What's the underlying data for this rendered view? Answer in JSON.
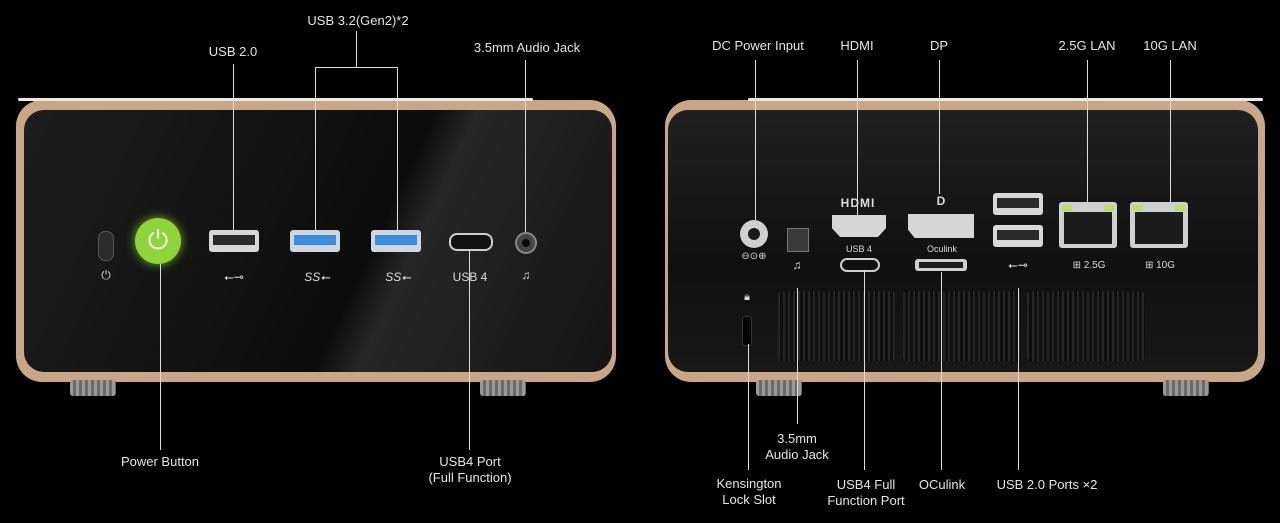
{
  "front": {
    "top_labels": {
      "usb2": "USB 2.0",
      "usb32": "USB 3.2(Gen2)*2",
      "audio": "3.5mm Audio Jack"
    },
    "bottom_labels": {
      "power": "Power Button",
      "usb4_line1": "USB4 Port",
      "usb4_line2": "(Full Function)"
    },
    "port_text": {
      "usb4": "USB 4",
      "ss1": "SS",
      "ss2": "SS"
    }
  },
  "back": {
    "top_labels": {
      "dc": "DC Power Input",
      "hdmi": "HDMI",
      "dp": "DP",
      "lan25": "2.5G LAN",
      "lan10": "10G LAN"
    },
    "bottom_labels": {
      "audio_line1": "3.5mm",
      "audio_line2": "Audio Jack",
      "kensington_line1": "Kensington",
      "kensington_line2": "Lock Slot",
      "usb4_line1": "USB4 Full",
      "usb4_line2": "Function Port",
      "oculink": "OCulink",
      "usb2": "USB 2.0 Ports ×2"
    },
    "port_text": {
      "hdmi_logo": "HDMI",
      "usb4": "USB 4",
      "oculink": "Oculink",
      "lan25": "2.5G",
      "lan10": "10G"
    }
  },
  "colors": {
    "power_button": "#8fd43a",
    "usb3_blue": "#3b8de0",
    "bezel": "#c9a688",
    "lan_led": "#b8e060"
  }
}
